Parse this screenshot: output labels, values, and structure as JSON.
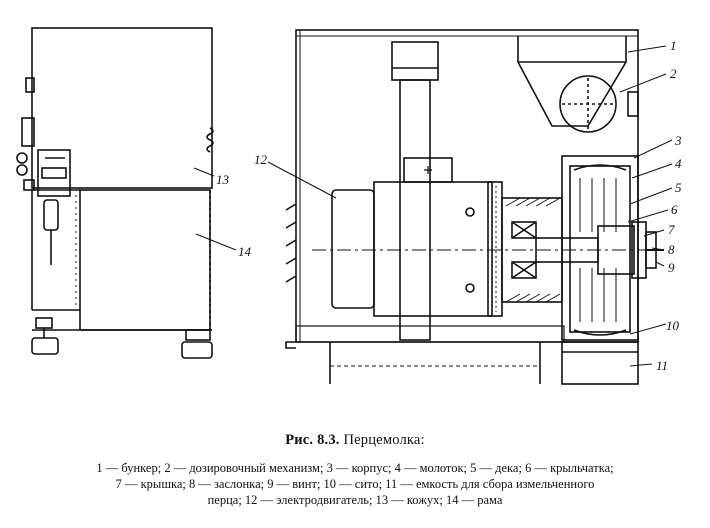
{
  "figure": {
    "label_prefix": "Рис. 8.3.",
    "title": "Перцемолка:",
    "callouts": [
      "1",
      "2",
      "3",
      "4",
      "5",
      "6",
      "7",
      "8",
      "9",
      "10",
      "11",
      "12",
      "13",
      "14"
    ],
    "legend_lines": [
      "1 — бункер; 2 — дозировочный механизм; 3 — корпус; 4 — молоток; 5 — дека; 6 — крыльчатка;",
      "7 — крышка; 8 — заслонка; 9 — винт; 10 — сито; 11 — емкость для сбора измельченного",
      "перца; 12 — электродвигатель; 13 — кожух; 14 — рама"
    ]
  }
}
